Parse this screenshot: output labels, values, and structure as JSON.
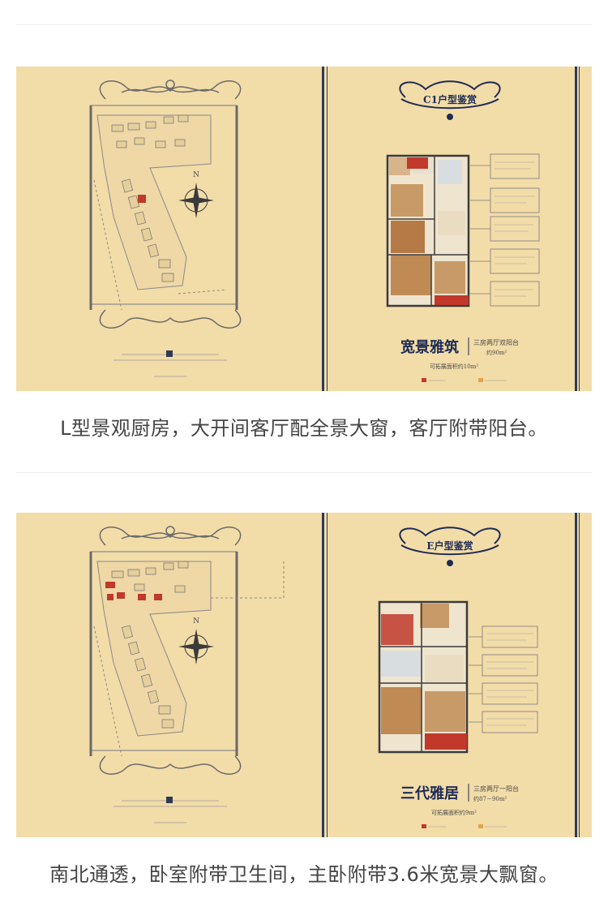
{
  "posts": [
    {
      "badge": "C1户型鉴赏",
      "title": "宽景雅筑",
      "subtitle": "三房两厅双阳台",
      "size": "约90m²",
      "note": "可拓展面积约10m²",
      "compass_letter": "N",
      "caption": "L型景观厨房，大开间客厅配全景大窗，客厅附带阳台。"
    },
    {
      "badge": "E户型鉴赏",
      "title": "三代雅居",
      "subtitle": "三房两厅一阳台",
      "size": "约87－90m²",
      "note": "可拓展面积约9m²",
      "compass_letter": "N",
      "caption": "南北通透，卧室附带卫生间，主卧附带3.6米宽景大飘窗。"
    }
  ],
  "colors": {
    "poster_bg": "#f2dca8",
    "navy": "#1e2b55",
    "highlight": "#c0392b"
  }
}
